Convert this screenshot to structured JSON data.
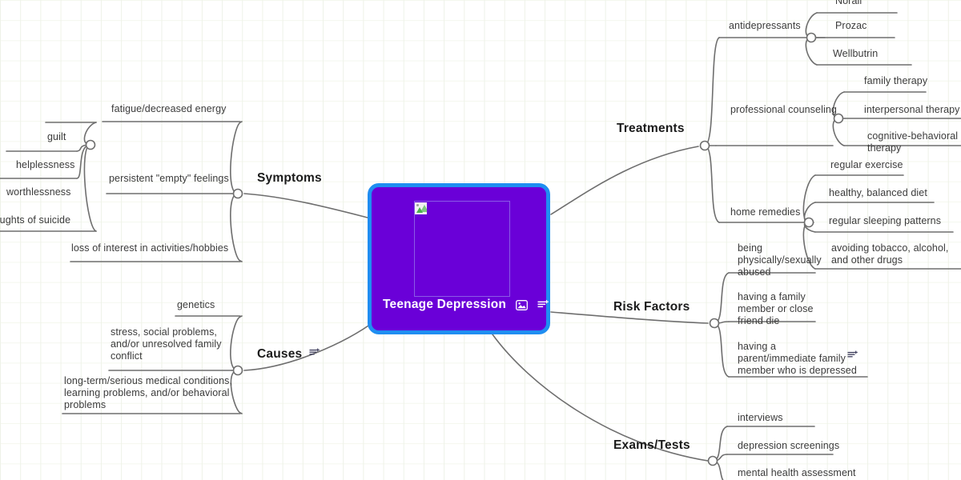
{
  "canvas": {
    "background_color": "#ffffff",
    "grid_color": "#eef2e8",
    "wire_color": "#6e6e6e"
  },
  "root": {
    "title": "Teenage Depression",
    "fill_color": "#6a00d8",
    "border_color": "#1f8ef1",
    "text_color": "#ffffff",
    "image_placeholder": "broken-image",
    "icons": [
      {
        "name": "image-icon",
        "glyph": "picture"
      },
      {
        "name": "note-add-icon",
        "glyph": "note-plus"
      }
    ]
  },
  "branches": [
    {
      "id": "symptoms",
      "label": "Symptoms",
      "side": "left",
      "children": [
        {
          "label": "fatigue/decreased energy",
          "children": []
        },
        {
          "label": "persistent \"empty\" feelings",
          "children": [
            {
              "label": "guilt"
            },
            {
              "label": "helplessness"
            },
            {
              "label": "worthlessness"
            },
            {
              "label": "thoughts of suicide",
              "clipped": true
            }
          ]
        },
        {
          "label": "loss of interest in activities/hobbies",
          "children": []
        }
      ]
    },
    {
      "id": "causes",
      "label": "Causes",
      "side": "left",
      "has_note_icon": true,
      "children": [
        {
          "label": "genetics"
        },
        {
          "label": "stress, social problems,\nand/or unresolved family\nconflict"
        },
        {
          "label": "long-term/serious medical conditions,\nlearning problems, and/or behavioral\nproblems"
        }
      ]
    },
    {
      "id": "treatments",
      "label": "Treatments",
      "side": "right",
      "children": [
        {
          "label": "antidepressants",
          "children": [
            {
              "label": "Norail",
              "clipped": true
            },
            {
              "label": "Prozac"
            },
            {
              "label": "Wellbutrin"
            }
          ]
        },
        {
          "label": "professional counseling",
          "children": [
            {
              "label": "family therapy"
            },
            {
              "label": "interpersonal therapy"
            },
            {
              "label": "cognitive-behavioral therapy",
              "clipped": true
            }
          ]
        },
        {
          "label": "home remedies",
          "children": [
            {
              "label": "regular exercise"
            },
            {
              "label": "healthy, balanced diet"
            },
            {
              "label": "regular sleeping patterns"
            },
            {
              "label": "avoiding tobacco, alcohol,\nand other drugs"
            }
          ]
        }
      ]
    },
    {
      "id": "risk-factors",
      "label": "Risk Factors",
      "side": "right",
      "children": [
        {
          "label": "being\nphysically/sexually\nabused"
        },
        {
          "label": "having a family\nmember or close\nfriend die"
        },
        {
          "label": "having a\nparent/immediate family\nmember who is depressed",
          "has_note_icon": true
        }
      ]
    },
    {
      "id": "exams-tests",
      "label": "Exams/Tests",
      "side": "right",
      "children": [
        {
          "label": "interviews"
        },
        {
          "label": "depression screenings"
        },
        {
          "label": "mental health assessment"
        }
      ]
    }
  ]
}
